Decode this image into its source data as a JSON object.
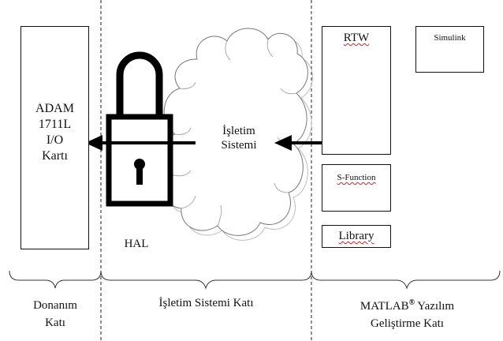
{
  "hardware": {
    "title_lines": [
      "ADAM",
      "1711L",
      "I/O",
      "Kartı"
    ]
  },
  "os": {
    "cloud_lines": [
      "İşletim",
      "Sistemi"
    ],
    "hal": "HAL"
  },
  "matlab": {
    "rtw": "RTW",
    "simulink": "Simulink",
    "sfunction": "S-Function",
    "library": "Library"
  },
  "layers": {
    "hardware_lines": [
      "Donanım",
      "Katı"
    ],
    "os": "İşletim Sistemi Katı",
    "matlab_line1": "MATLAB",
    "matlab_reg": "®",
    "matlab_line1_rest": " Yazılım",
    "matlab_line2": "Geliştirme Katı"
  }
}
